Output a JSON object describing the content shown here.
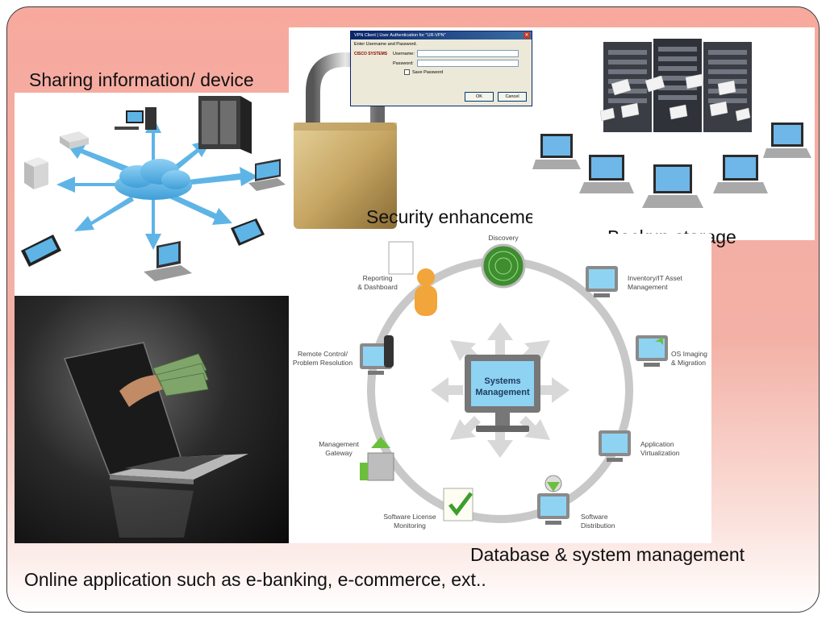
{
  "labels": {
    "sharing": "Sharing information/ device",
    "security": "Security enhancement",
    "backup": "Backup storage",
    "database": "Database & system management",
    "online": "Online application such as e-banking, e-commerce, ext.."
  },
  "vpn_dialog": {
    "title": "VPN Client  |  User Authentication for \"UR-VPN\"",
    "prompt": "Enter Username and Password.",
    "brand": "CISCO SYSTEMS",
    "username_label": "Username:",
    "password_label": "Password:",
    "save_password_label": "Save Password",
    "ok_label": "OK",
    "cancel_label": "Cancel"
  },
  "systems_management": {
    "center_line1": "Systems",
    "center_line2": "Management",
    "nodes": [
      {
        "line1": "Discovery",
        "line2": ""
      },
      {
        "line1": "Inventory/IT Asset",
        "line2": "Management"
      },
      {
        "line1": "OS Imaging",
        "line2": "& Migration"
      },
      {
        "line1": "Application",
        "line2": "Virtualization"
      },
      {
        "line1": "Software",
        "line2": "Distribution"
      },
      {
        "line1": "Software License",
        "line2": "Monitoring"
      },
      {
        "line1": "Management",
        "line2": "Gateway"
      },
      {
        "line1": "Remote Control/",
        "line2": "Problem Resolution"
      },
      {
        "line1": "Reporting",
        "line2": "& Dashboard"
      }
    ]
  },
  "colors": {
    "frame_pink": "#f7a99e",
    "arrow_blue": "#5fb4e6",
    "ring_gray": "#c8c8c8",
    "screen_blue": "#7fc6f0"
  }
}
